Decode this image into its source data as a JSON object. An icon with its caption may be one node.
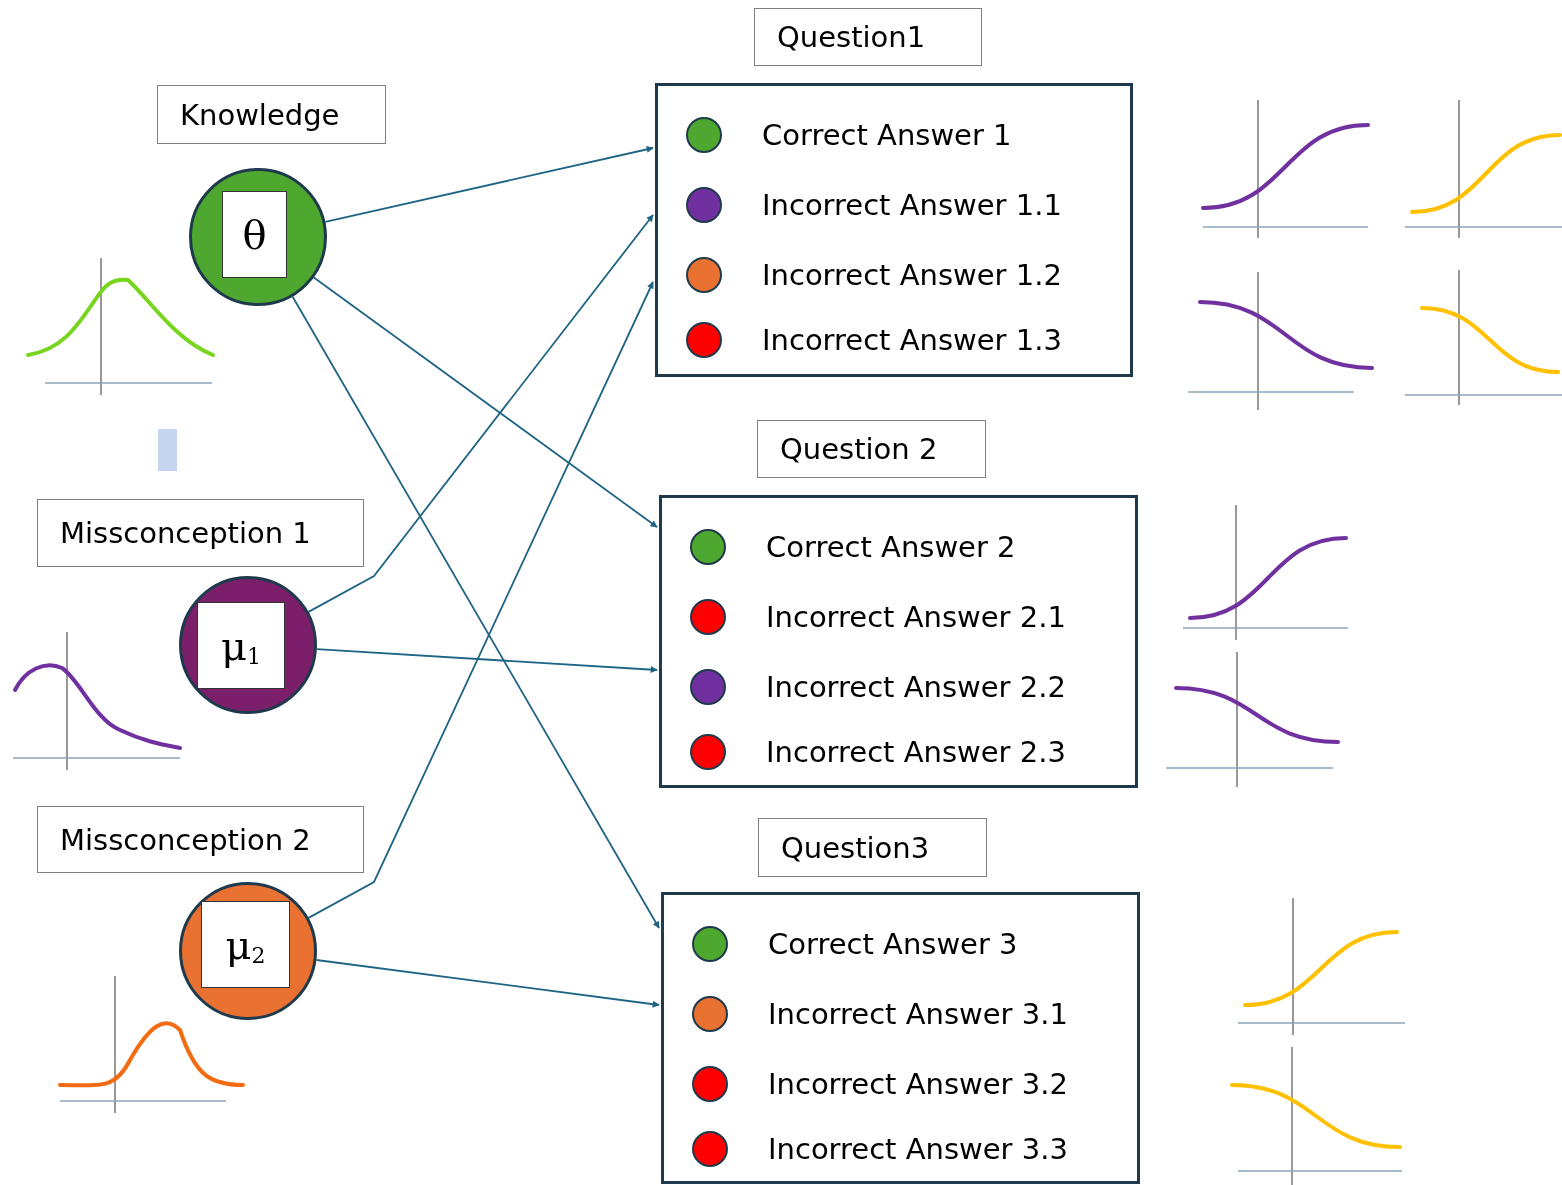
{
  "diagram": {
    "nodes": [
      {
        "text": [
          "Knowledge"
        ]
      },
      {
        "text": [
          "θ"
        ]
      },
      {
        "text": [
          "Missconception 1"
        ]
      },
      {
        "text": [
          "μ$_{1}$"
        ]
      },
      {
        "text": [
          "Missconception 2"
        ]
      },
      {
        "text": [
          "μ$_{2}$"
        ]
      },
      {
        "text": [
          "Question1"
        ]
      },
      {
        "text": [],
        "shape": "box"
      },
      {
        "text": [
          "Correct Answer 1"
        ],
        "in": 7
      },
      {
        "text": [
          "Incorrect Answer 1.1"
        ],
        "in": 7
      },
      {
        "text": [
          "Incorrect Answer 1.2"
        ],
        "in": 7
      },
      {
        "text": [
          "Incorrect Answer 1.3"
        ],
        "in": 7
      },
      {
        "text": [
          "Question 2"
        ]
      },
      {
        "text": [],
        "shape": "box"
      },
      {
        "text": [
          "Correct Answer 2"
        ],
        "in": 13
      },
      {
        "text": [
          "Incorrect Answer 2.1"
        ],
        "in": 13
      },
      {
        "text": [
          "Incorrect Answer 2.2"
        ],
        "in": 13
      },
      {
        "text": [
          "Incorrect Answer 2.3"
        ],
        "in": 13
      },
      {
        "text": [
          "Question3"
        ]
      },
      {
        "text": [],
        "shape": "box"
      },
      {
        "text": [
          "Correct Answer 3"
        ],
        "in": 19
      },
      {
        "text": [
          "Incorrect Answer 3.1"
        ],
        "in": 19
      },
      {
        "text": [
          "Incorrect Answer 3.2"
        ],
        "in": 19
      },
      {
        "text": [
          "Incorrect Answer 3.3"
        ],
        "in": 19
      }
    ],
    "edges": [
      {
        "from": 1,
        "to": 7,
        "arrow": "to"
      },
      {
        "from": 1,
        "to": 13,
        "arrow": "to"
      },
      {
        "from": 1,
        "to": 19,
        "arrow": "to"
      },
      {
        "from": 3,
        "to": 7,
        "arrow": "to"
      },
      {
        "from": 3,
        "to": 13,
        "arrow": "to"
      },
      {
        "from": 5,
        "to": 7,
        "arrow": "to"
      },
      {
        "from": 5,
        "to": 19,
        "arrow": "to"
      }
    ]
  }
}
